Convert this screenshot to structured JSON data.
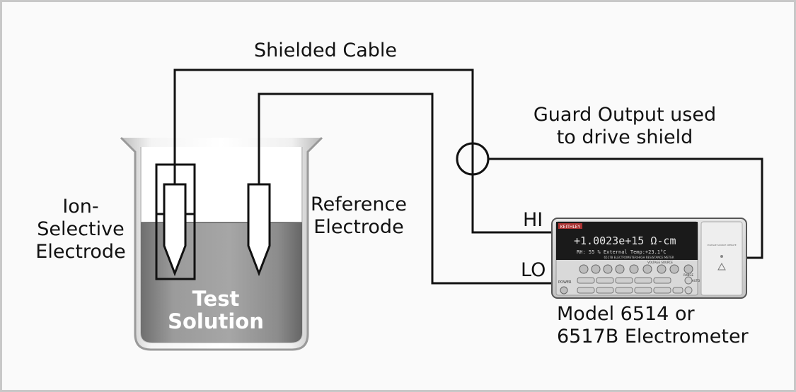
{
  "labels": {
    "shielded_cable": "Shielded Cable",
    "guard_output_line1": "Guard Output used",
    "guard_output_line2": "to drive shield",
    "ion_line1": "Ion-",
    "ion_line2": "Selective",
    "ion_line3": "Electrode",
    "reference_line1": "Reference",
    "reference_line2": "Electrode",
    "hi": "HI",
    "lo": "LO",
    "test_line1": "Test",
    "test_line2": "Solution",
    "model_line1": "Model 6514 or",
    "model_line2": "6517B Electrometer"
  },
  "meter": {
    "brand": "KEITHLEY",
    "main_reading": "+1.0023e+15 Ω-cm",
    "sub_reading": "RH: 55 %   External Temp:+23.1°C",
    "model_caption": "6517B ELECTROMETER/HIGH RESISTANCE METER",
    "power_label": "POWER",
    "voltage_source_label": "VOLTAGE SOURCE",
    "range_label": "RANGE",
    "auto_label": "AUTO",
    "side_panel_text": "VOLTAGE SOURCE OPERATE"
  },
  "colors": {
    "wire": "#111111",
    "liquid": "#8a8a8a",
    "beaker_glass": "#e8e8e8",
    "meter_display": "#1a1a1a",
    "meter_text": "#e8e8e8",
    "meter_body": "#d6d6d6"
  }
}
